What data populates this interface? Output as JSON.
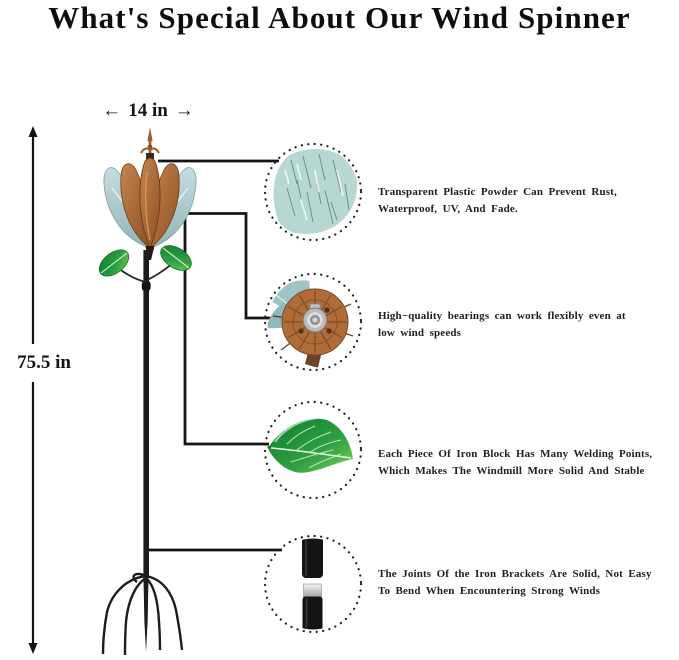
{
  "title": "What's Special About Our Wind Spinner",
  "dimensions": {
    "width_label": "14 in",
    "height_label": "75.5 in",
    "arrow_left": "←",
    "arrow_right": "→"
  },
  "features": [
    {
      "icon": "verdigris-coating-icon",
      "line1": "Transparent Plastic Powder Can Prevent Rust,",
      "line2": "Waterproof, UV, And Fade."
    },
    {
      "icon": "bearing-icon",
      "line1": "High−quality bearings can work flexibly even at",
      "line2": "low wind speeds"
    },
    {
      "icon": "welded-leaf-icon",
      "line1": "Each Piece Of Iron Block Has Many Welding Points,",
      "line2": "Which Makes The Windmill More Solid And Stable"
    },
    {
      "icon": "pole-joint-icon",
      "line1": "The Joints Of the Iron Brackets Are Solid, Not Easy",
      "line2": "To Bend When Encountering Strong Winds"
    }
  ],
  "colors": {
    "copper": "#b06c38",
    "teal_blade": "#aecdd1",
    "verdigris": "#b7d8d2",
    "leaf_green": "#27963c",
    "line_black": "#141414"
  }
}
